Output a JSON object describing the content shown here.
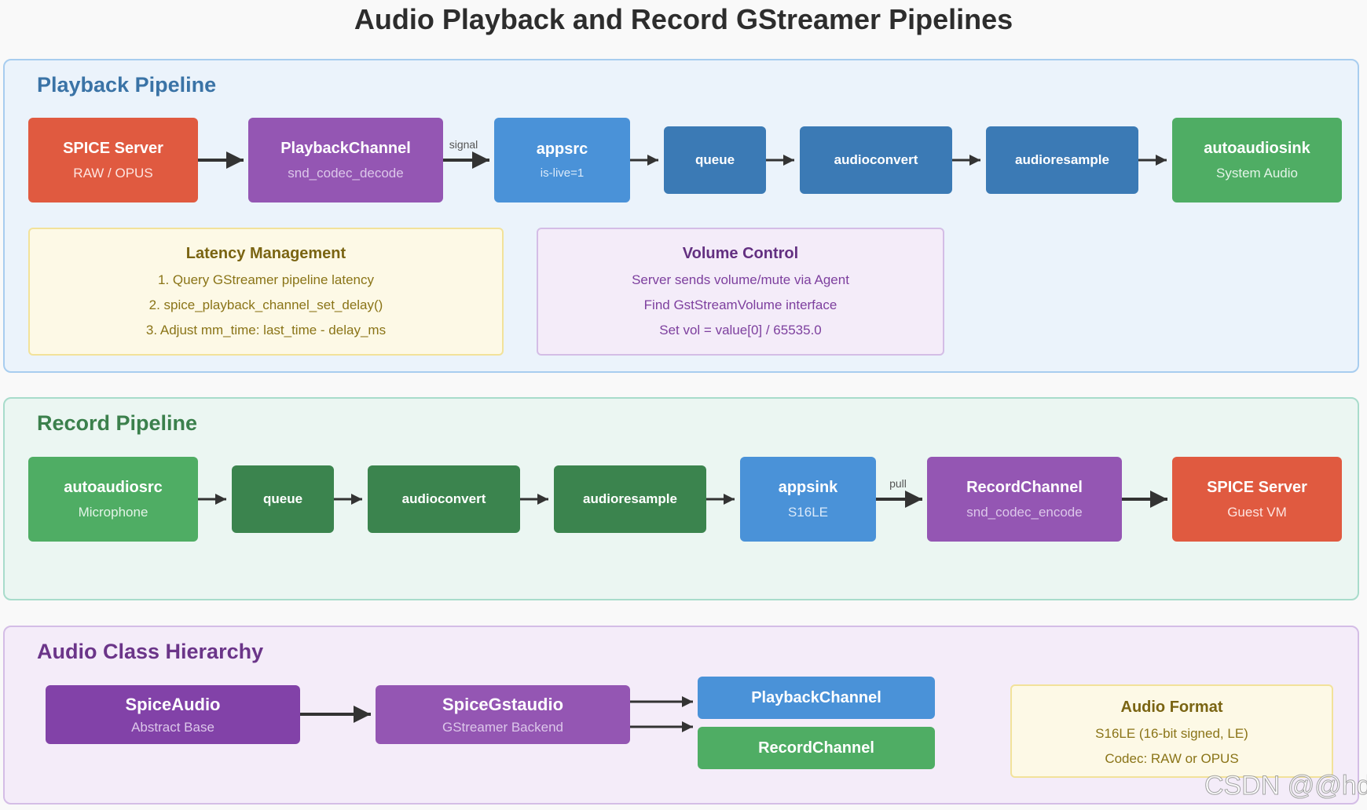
{
  "title": "Audio Playback and Record GStreamer Pipelines",
  "colors": {
    "red": "#e05a40",
    "purple": "#9456b3",
    "purple_dark": "#8242a8",
    "blue": "#4a92d8",
    "blue_dark": "#3b7ab5",
    "green": "#4fad64",
    "green_dark": "#3b844e",
    "yellow_bg": "#fdf9e6",
    "yellow_border": "#f2e29a",
    "lavender_bg": "#f4ecf9",
    "lavender_border": "#d4bde6"
  },
  "playback": {
    "title": "Playback Pipeline",
    "nodes": {
      "spice_server": {
        "label": "SPICE Server",
        "sub": "RAW / OPUS"
      },
      "playback_channel": {
        "label": "PlaybackChannel",
        "sub": "snd_codec_decode"
      },
      "appsrc": {
        "label": "appsrc",
        "sub": "is-live=1"
      },
      "queue": {
        "label": "queue"
      },
      "audioconvert": {
        "label": "audioconvert"
      },
      "audioresample": {
        "label": "audioresample"
      },
      "autoaudiosink": {
        "label": "autoaudiosink",
        "sub": "System Audio"
      }
    },
    "edge_label": "signal",
    "latency": {
      "title": "Latency Management",
      "lines": [
        "1. Query GStreamer pipeline latency",
        "2. spice_playback_channel_set_delay()",
        "3. Adjust mm_time: last_time - delay_ms"
      ]
    },
    "volume": {
      "title": "Volume Control",
      "lines": [
        "Server sends volume/mute via Agent",
        "Find GstStreamVolume interface",
        "Set vol = value[0] / 65535.0"
      ]
    }
  },
  "record": {
    "title": "Record Pipeline",
    "nodes": {
      "autoaudiosrc": {
        "label": "autoaudiosrc",
        "sub": "Microphone"
      },
      "queue": {
        "label": "queue"
      },
      "audioconvert": {
        "label": "audioconvert"
      },
      "audioresample": {
        "label": "audioresample"
      },
      "appsink": {
        "label": "appsink",
        "sub": "S16LE"
      },
      "record_channel": {
        "label": "RecordChannel",
        "sub": "snd_codec_encode"
      },
      "spice_server": {
        "label": "SPICE Server",
        "sub": "Guest VM"
      }
    },
    "edge_label": "pull"
  },
  "hierarchy": {
    "title": "Audio Class Hierarchy",
    "spice_audio": {
      "label": "SpiceAudio",
      "sub": "Abstract Base"
    },
    "spice_gstaudio": {
      "label": "SpiceGstaudio",
      "sub": "GStreamer Backend"
    },
    "playback_channel": {
      "label": "PlaybackChannel"
    },
    "record_channel": {
      "label": "RecordChannel"
    },
    "format": {
      "title": "Audio Format",
      "lines": [
        "S16LE (16-bit signed, LE)",
        "Codec: RAW or OPUS"
      ]
    }
  },
  "watermark": "CSDN @@hdd"
}
